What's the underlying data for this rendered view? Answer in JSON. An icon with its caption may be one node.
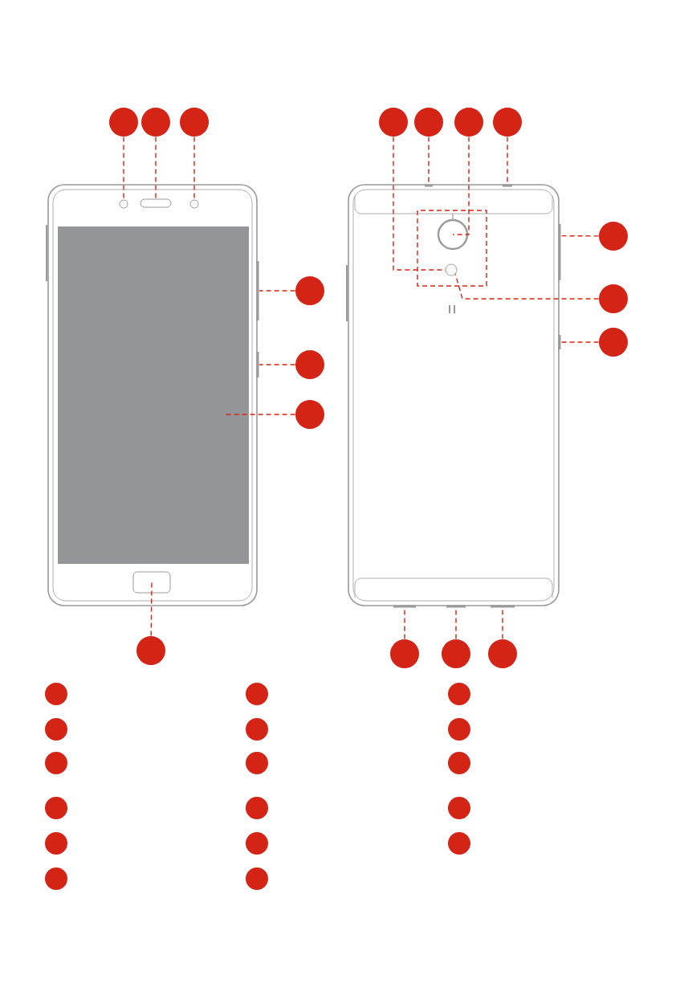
{
  "diagram": {
    "nodes": [
      {
        "text": [],
        "shape": "circle"
      },
      {
        "text": [],
        "shape": "circle"
      },
      {
        "text": [],
        "shape": "circle"
      },
      {
        "text": [],
        "shape": "circle"
      },
      {
        "text": [],
        "shape": "circle"
      },
      {
        "text": [],
        "shape": "circle"
      },
      {
        "text": [],
        "shape": "circle"
      },
      {
        "text": [],
        "shape": "circle"
      },
      {
        "text": [],
        "shape": "circle"
      },
      {
        "text": [],
        "shape": "circle"
      },
      {
        "text": [],
        "shape": "circle"
      },
      {
        "text": [],
        "shape": "circle"
      },
      {
        "text": [],
        "shape": "circle"
      },
      {
        "text": [],
        "shape": "circle"
      },
      {
        "text": [],
        "shape": "circle"
      },
      {
        "text": [],
        "shape": "circle"
      },
      {
        "text": [],
        "shape": "circle"
      },
      {
        "text": [],
        "shape": "circle"
      },
      {
        "text": [],
        "shape": "circle"
      },
      {
        "text": [],
        "shape": "circle"
      },
      {
        "text": [],
        "shape": "circle"
      },
      {
        "text": [],
        "shape": "circle"
      },
      {
        "text": [],
        "shape": "circle"
      },
      {
        "text": [],
        "shape": "circle"
      },
      {
        "text": [],
        "shape": "circle"
      },
      {
        "text": [],
        "shape": "circle"
      },
      {
        "text": [],
        "shape": "circle"
      },
      {
        "text": [],
        "shape": "circle"
      },
      {
        "text": [],
        "shape": "circle"
      },
      {
        "text": [],
        "shape": "circle"
      },
      {
        "text": [],
        "shape": "circle"
      },
      {
        "text": [],
        "shape": "circle"
      },
      {
        "text": [],
        "shape": "circle"
      },
      {
        "text": [],
        "shape": "circle"
      },
      {
        "text": [],
        "shape": "circle"
      },
      {
        "text": [],
        "shape": "box"
      },
      {
        "text": [],
        "shape": "circle"
      },
      {
        "text": [],
        "shape": "bar"
      },
      {
        "text": [],
        "shape": "bar"
      },
      {
        "text": [],
        "shape": "box"
      },
      {
        "text": [],
        "shape": "box"
      },
      {
        "text": [],
        "shape": "circle"
      },
      {
        "text": [],
        "shape": "bar"
      },
      {
        "text": [],
        "shape": "circle"
      },
      {
        "text": [],
        "shape": "bar"
      },
      {
        "text": [],
        "shape": "bar"
      },
      {
        "text": [],
        "shape": "bar"
      },
      {
        "text": [],
        "shape": "bar"
      },
      {
        "text": [],
        "shape": "bar"
      },
      {
        "text": [],
        "shape": "bar"
      }
    ],
    "edges": [
      {
        "from": 0,
        "to": 34,
        "arrow": "none",
        "style": "dashed"
      },
      {
        "from": 1,
        "to": 35,
        "arrow": "none",
        "style": "dashed"
      },
      {
        "from": 2,
        "to": 36,
        "arrow": "none",
        "style": "dashed"
      },
      {
        "from": 3,
        "to": 41,
        "arrow": "none",
        "style": "dashed"
      },
      {
        "from": 4,
        "to": 42,
        "arrow": "none",
        "style": "dashed"
      },
      {
        "from": 5,
        "to": 43,
        "arrow": "none",
        "style": "dashed"
      },
      {
        "from": 6,
        "to": 44,
        "arrow": "none",
        "style": "dashed"
      },
      {
        "from": 7,
        "to": 37,
        "arrow": "none",
        "style": "dashed"
      },
      {
        "from": 8,
        "to": 38,
        "arrow": "none",
        "style": "dashed"
      },
      {
        "from": 9,
        "to": 39,
        "arrow": "none",
        "style": "dashed"
      },
      {
        "from": 10,
        "to": 45,
        "arrow": "none",
        "style": "dashed"
      },
      {
        "from": 11,
        "to": 41,
        "arrow": "none",
        "style": "dashed"
      },
      {
        "from": 12,
        "to": 46,
        "arrow": "none",
        "style": "dashed"
      },
      {
        "from": 13,
        "to": 40,
        "arrow": "none",
        "style": "dashed"
      },
      {
        "from": 14,
        "to": 47,
        "arrow": "none",
        "style": "dashed"
      },
      {
        "from": 15,
        "to": 48,
        "arrow": "none",
        "style": "dashed"
      },
      {
        "from": 16,
        "to": 49,
        "arrow": "none",
        "style": "dashed"
      }
    ]
  }
}
